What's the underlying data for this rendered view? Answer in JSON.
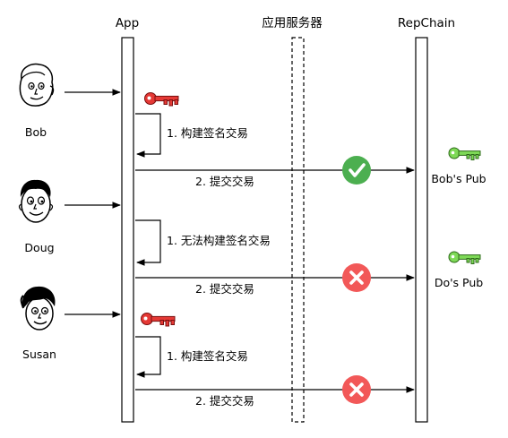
{
  "headers": {
    "app": "App",
    "server": "应用服务器",
    "repchain": "RepChain"
  },
  "actors": [
    {
      "name": "Bob"
    },
    {
      "name": "Doug"
    },
    {
      "name": "Susan"
    }
  ],
  "steps": [
    {
      "self_label": "1. 构建签名交易",
      "submit_label": "2. 提交交易",
      "result": "success",
      "has_key": true
    },
    {
      "self_label": "1. 无法构建签名交易",
      "submit_label": "2. 提交交易",
      "result": "failure",
      "has_key": false
    },
    {
      "self_label": "1. 构建签名交易",
      "submit_label": "2. 提交交易",
      "result": "failure",
      "has_key": true
    }
  ],
  "public_keys": [
    {
      "label": "Bob's Pub"
    },
    {
      "label": "Do's Pub"
    }
  ],
  "colors": {
    "private_key": "#e53935",
    "public_key": "#7ed957",
    "success": "#4caf50",
    "failure": "#f25858",
    "line": "#000000"
  },
  "icons": {
    "actor": "person-face-icon",
    "private_key": "red-key-icon",
    "public_key": "green-key-icon",
    "success": "check-circle-icon",
    "failure": "x-circle-icon"
  }
}
